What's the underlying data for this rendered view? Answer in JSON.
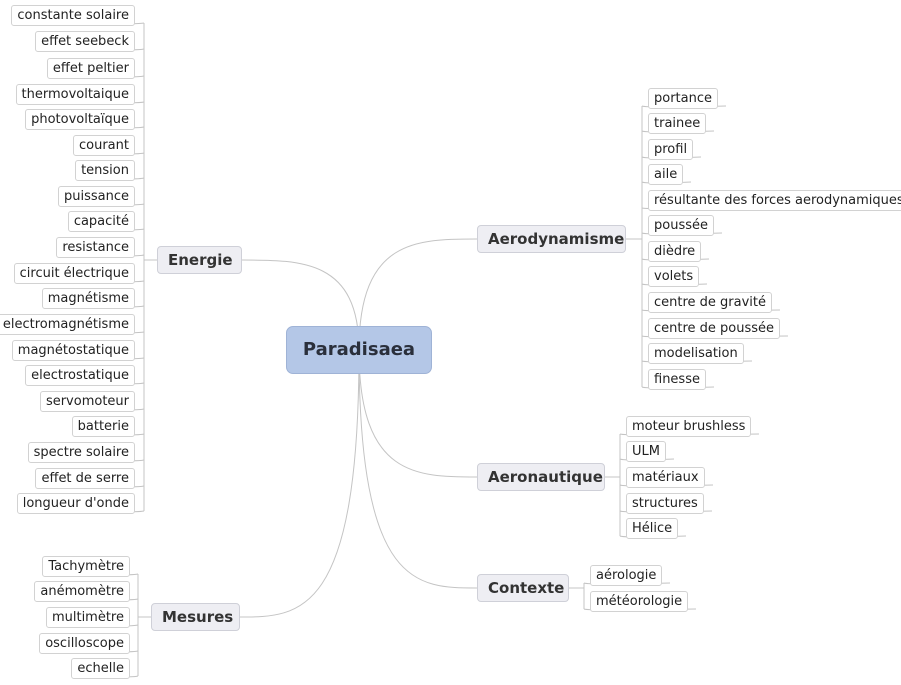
{
  "root": {
    "label": "Paradisaea"
  },
  "branches": [
    {
      "id": "energie",
      "label": "Energie",
      "side": "left",
      "children": [
        "constante solaire",
        "effet seebeck",
        "effet peltier",
        "thermovoltaique",
        "photovoltaïque",
        "courant",
        "tension",
        "puissance",
        "capacité",
        "resistance",
        "circuit électrique",
        "magnétisme",
        "electromagnétisme",
        "magnétostatique",
        "electrostatique",
        "servomoteur",
        "batterie",
        "spectre solaire",
        "effet de serre",
        "longueur d'onde"
      ]
    },
    {
      "id": "mesures",
      "label": "Mesures",
      "side": "left",
      "children": [
        "Tachymètre",
        "anémomètre",
        "multimètre",
        "oscilloscope",
        "echelle"
      ]
    },
    {
      "id": "aerodynamisme",
      "label": "Aerodynamisme",
      "side": "right",
      "children": [
        "portance",
        "trainee",
        "profil",
        "aile",
        "résultante des forces aerodynamiques",
        "poussée",
        "dièdre",
        "volets",
        "centre de gravité",
        "centre de poussée",
        "modelisation",
        "finesse"
      ]
    },
    {
      "id": "aeronautique",
      "label": "Aeronautique",
      "side": "right",
      "children": [
        "moteur brushless",
        "ULM",
        "matériaux",
        "structures",
        "Hélice"
      ]
    },
    {
      "id": "contexte",
      "label": "Contexte",
      "side": "right",
      "children": [
        "aérologie",
        "météorologie"
      ]
    }
  ]
}
